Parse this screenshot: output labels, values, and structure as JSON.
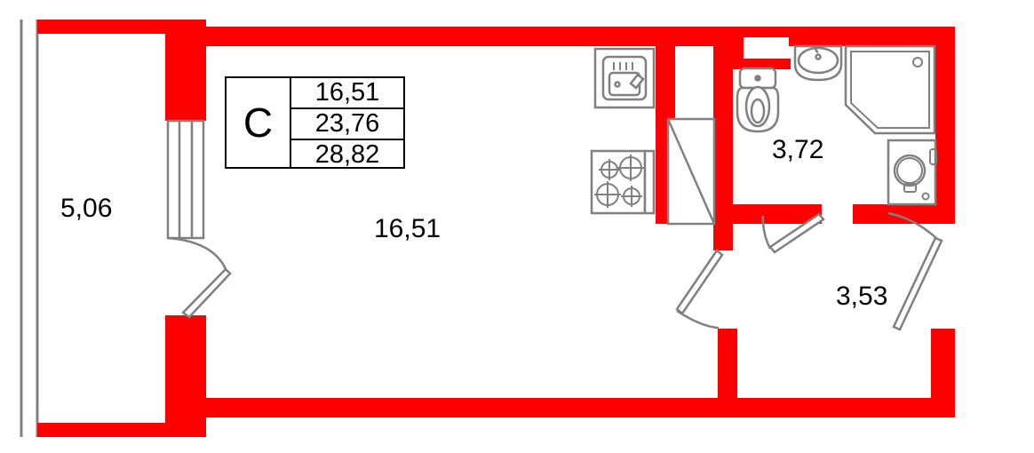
{
  "plan": {
    "unit_type_letter": "C",
    "areas_box": {
      "living_area": "16,51",
      "usable_area": "23,76",
      "total_area": "28,82"
    },
    "rooms": [
      {
        "name": "balcony",
        "label": "5,06",
        "icon": "balcony-icon"
      },
      {
        "name": "living-room",
        "label": "16,51",
        "icon": "living-room-icon"
      },
      {
        "name": "bathroom",
        "label": "3,72",
        "icon": "bathroom-icon"
      },
      {
        "name": "hallway",
        "label": "3,53",
        "icon": "hallway-icon"
      }
    ],
    "fixtures": [
      {
        "name": "kitchen-sink",
        "icon": "sink-icon"
      },
      {
        "name": "kitchen-stove",
        "icon": "stove-icon"
      },
      {
        "name": "wardrobe-closet",
        "icon": "wardrobe-icon"
      },
      {
        "name": "toilet",
        "icon": "toilet-icon"
      },
      {
        "name": "bathroom-washbasin",
        "icon": "washbasin-icon"
      },
      {
        "name": "shower-cabin",
        "icon": "shower-icon"
      },
      {
        "name": "washing-machine",
        "icon": "washing-machine-icon"
      }
    ],
    "doors": [
      {
        "name": "balcony-door",
        "icon": "door-swing-icon"
      },
      {
        "name": "room-door",
        "icon": "door-swing-icon"
      },
      {
        "name": "bathroom-door",
        "icon": "door-swing-icon"
      },
      {
        "name": "entrance-door",
        "icon": "door-swing-icon"
      }
    ],
    "colors": {
      "wall": "#FF0000",
      "fixture_line": "#808080",
      "text": "#000000",
      "background": "#FFFFFF"
    }
  }
}
